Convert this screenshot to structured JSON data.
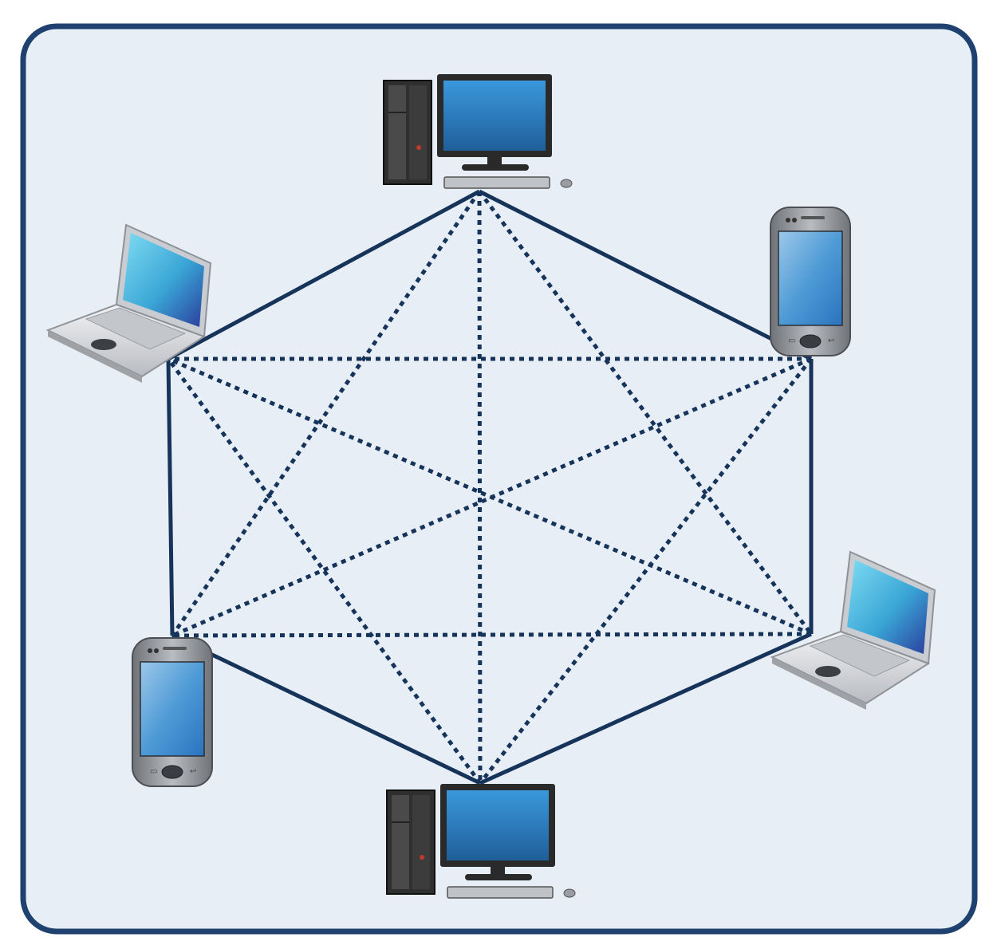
{
  "diagram": {
    "topology": "full-mesh",
    "colors": {
      "background": "#e8eef6",
      "frame": "#1f4170",
      "link": "#16335a",
      "screen": "#2b86cc",
      "device_body": "#8f9297",
      "tower": "#2f2f2f"
    },
    "nodes": [
      {
        "id": "desktop-top",
        "kind": "desktop",
        "icon": "desktop-computer-icon"
      },
      {
        "id": "phone-right",
        "kind": "phone",
        "icon": "smartphone-icon"
      },
      {
        "id": "laptop-right",
        "kind": "laptop",
        "icon": "laptop-icon"
      },
      {
        "id": "desktop-bottom",
        "kind": "desktop",
        "icon": "desktop-computer-icon"
      },
      {
        "id": "phone-left",
        "kind": "phone",
        "icon": "smartphone-icon"
      },
      {
        "id": "laptop-left",
        "kind": "laptop",
        "icon": "laptop-icon"
      }
    ],
    "ring_links": [
      [
        "desktop-top",
        "phone-right"
      ],
      [
        "phone-right",
        "laptop-right"
      ],
      [
        "laptop-right",
        "desktop-bottom"
      ],
      [
        "desktop-bottom",
        "phone-left"
      ],
      [
        "phone-left",
        "laptop-left"
      ],
      [
        "laptop-left",
        "desktop-top"
      ]
    ],
    "mesh_links": [
      [
        "desktop-top",
        "laptop-right"
      ],
      [
        "desktop-top",
        "desktop-bottom"
      ],
      [
        "desktop-top",
        "phone-left"
      ],
      [
        "phone-right",
        "desktop-bottom"
      ],
      [
        "phone-right",
        "phone-left"
      ],
      [
        "phone-right",
        "laptop-left"
      ],
      [
        "laptop-right",
        "phone-left"
      ],
      [
        "laptop-right",
        "laptop-left"
      ],
      [
        "desktop-bottom",
        "laptop-left"
      ]
    ]
  }
}
